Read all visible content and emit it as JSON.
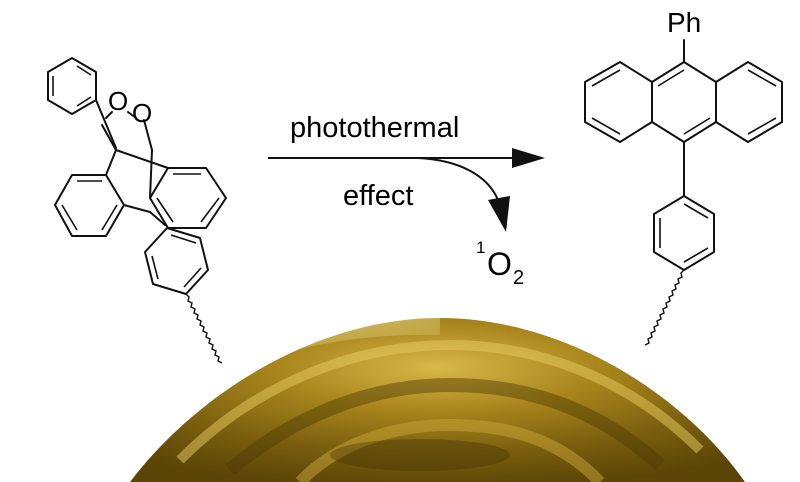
{
  "reaction": {
    "condition_top": "photothermal",
    "condition_bottom": "effect",
    "byproduct_super": "1",
    "byproduct_main": "O",
    "byproduct_sub": "2"
  },
  "reactant": {
    "peroxide_atom_1": "O",
    "peroxide_atom_2": "O"
  },
  "product": {
    "substituent": "Ph"
  },
  "colors": {
    "gold_dark": "#6b5208",
    "gold_mid": "#a8861c",
    "gold_light": "#d9b84a",
    "ink": "#111111"
  }
}
